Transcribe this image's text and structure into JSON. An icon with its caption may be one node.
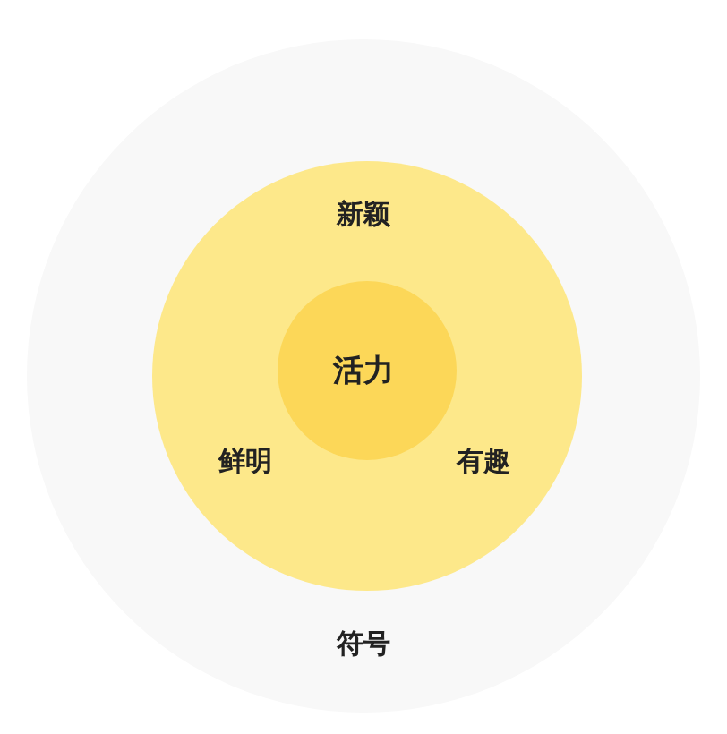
{
  "diagram": {
    "nodes": [
      {
        "text": [
          "符号"
        ]
      },
      {
        "text": [
          "新颖",
          "鲜明",
          "有趣"
        ],
        "in": 0
      },
      {
        "text": [
          "活力"
        ],
        "in": 1
      }
    ]
  }
}
